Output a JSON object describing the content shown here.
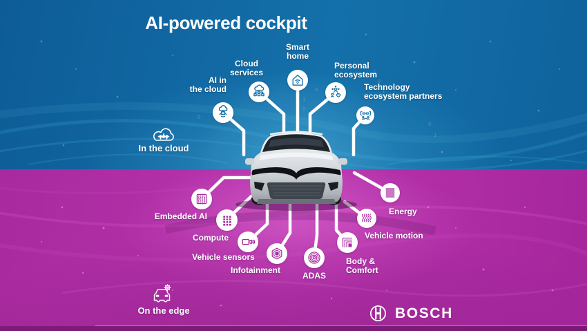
{
  "title": "AI-powered cockpit",
  "brand": "BOSCH",
  "colors": {
    "cloud_zone_bg": "#1168a4",
    "edge_zone_bg": "#b02da7",
    "icon_blue": "#1470a8",
    "icon_magenta": "#a829a0",
    "connector": "#ffffff",
    "text": "#ffffff"
  },
  "cloud_zone": {
    "zone_label": "In the cloud",
    "zone_icon": "cloud-circuit-icon",
    "nodes": [
      {
        "id": "ai-in-the-cloud",
        "label": "AI in\nthe cloud",
        "icon": "ai-robot-icon"
      },
      {
        "id": "cloud-services",
        "label": "Cloud\nservices",
        "icon": "cloud-network-icon"
      },
      {
        "id": "smart-home",
        "label": "Smart\nhome",
        "icon": "smart-home-icon"
      },
      {
        "id": "personal-ecosystem",
        "label": "Personal\necosystem",
        "icon": "personal-ecosystem-icon"
      },
      {
        "id": "technology-ecosystem-partners",
        "label": "Technology\necosystem partners",
        "icon": "handshake-icon"
      }
    ]
  },
  "edge_zone": {
    "zone_label": "On the edge",
    "zone_icon": "car-chip-icon",
    "nodes": [
      {
        "id": "embedded-ai",
        "label": "Embedded AI",
        "icon": "binary-code-icon",
        "icon_rows": [
          "0101",
          "0010",
          "1010"
        ]
      },
      {
        "id": "compute",
        "label": "Compute",
        "icon": "compute-grid-icon"
      },
      {
        "id": "vehicle-sensors",
        "label": "Vehicle sensors",
        "icon": "camera-icon"
      },
      {
        "id": "infotainment",
        "label": "Infotainment",
        "icon": "hexagon-rings-icon"
      },
      {
        "id": "adas",
        "label": "ADAS",
        "icon": "concentric-circles-icon"
      },
      {
        "id": "body-comfort",
        "label": "Body &\nComfort",
        "icon": "layers-icon"
      },
      {
        "id": "vehicle-motion",
        "label": "Vehicle motion",
        "icon": "wave-lines-icon"
      },
      {
        "id": "energy",
        "label": "Energy",
        "icon": "stacked-lines-icon"
      }
    ]
  }
}
